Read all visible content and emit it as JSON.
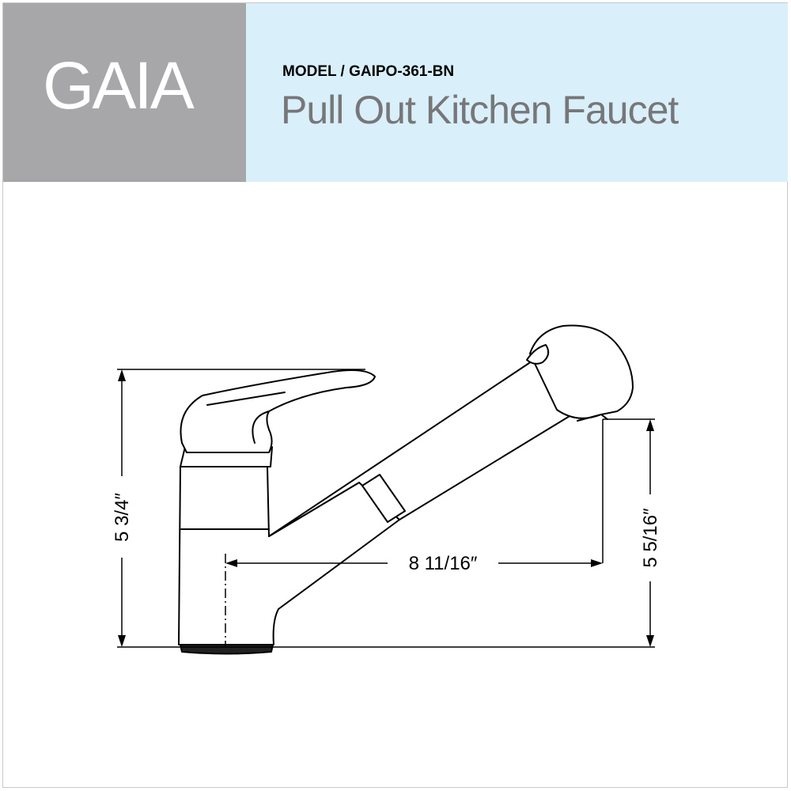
{
  "header": {
    "brand": "GAIA",
    "model_line": "MODEL / GAIPO-361-BN",
    "product_name": "Pull Out Kitchen Faucet"
  },
  "dimensions": {
    "overall_height": "5 3/4″",
    "spout_reach": "8 11/16″",
    "spout_height": "5 5/16″"
  },
  "colors": {
    "brand_panel": "#a7a6a9",
    "title_panel": "#d9f0fa",
    "line": "#000000"
  }
}
